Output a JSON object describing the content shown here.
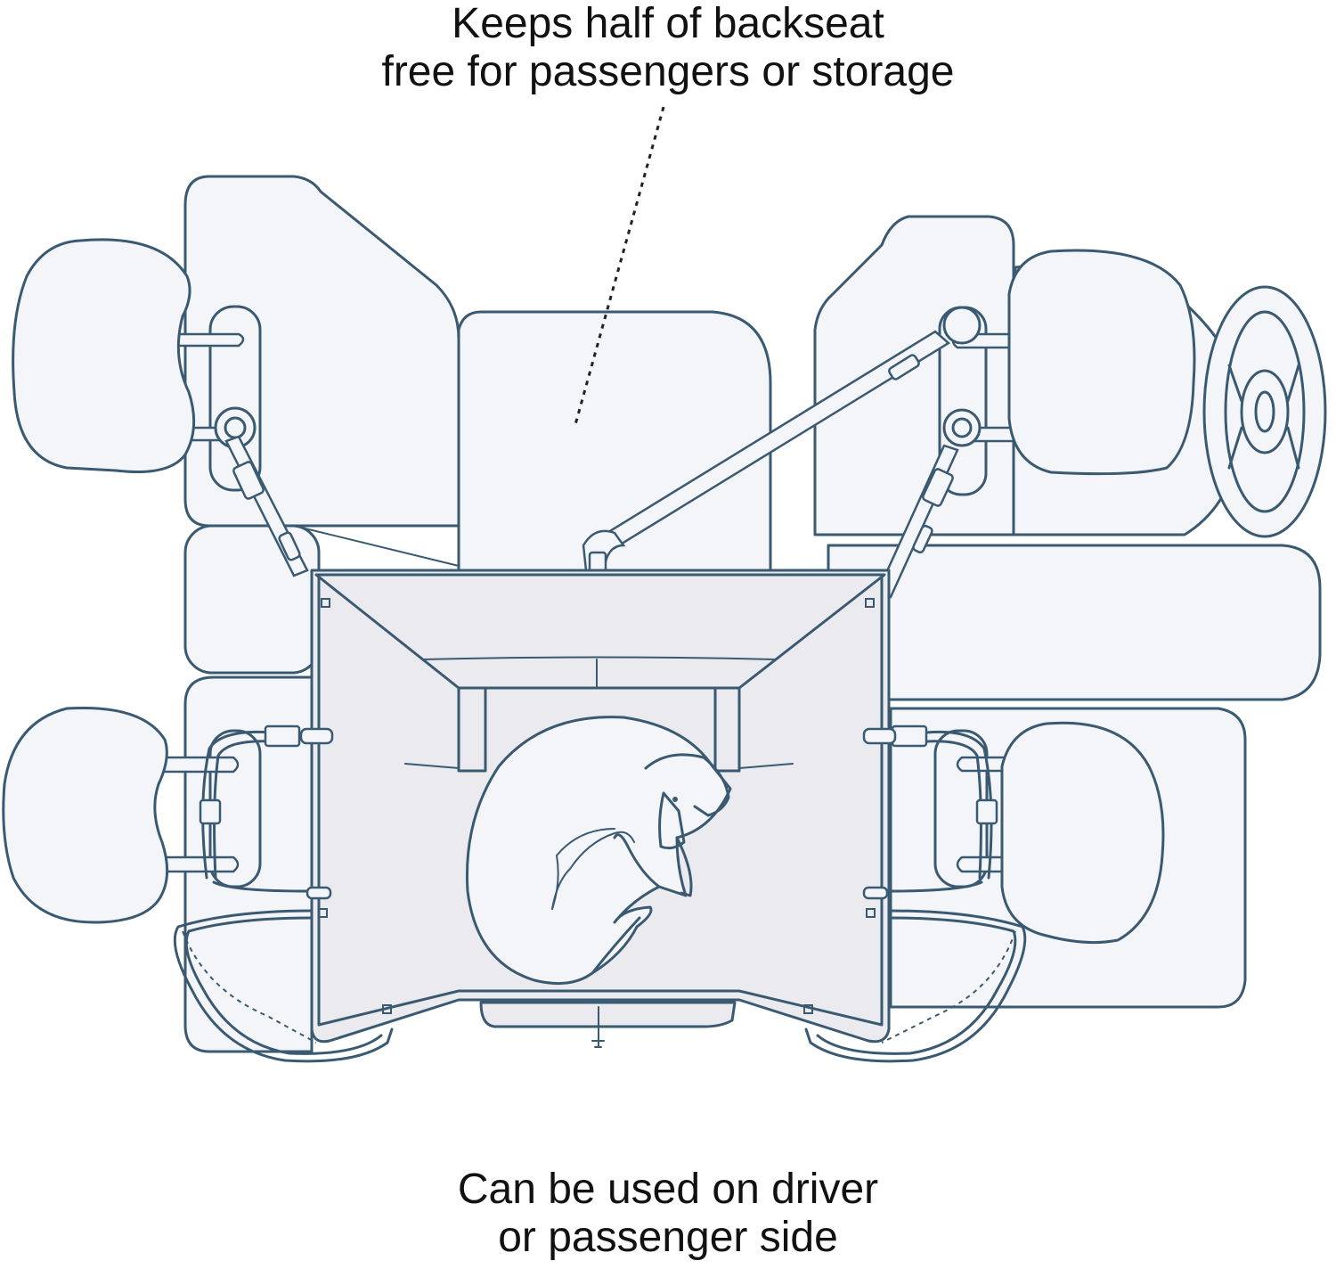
{
  "captions": {
    "top": [
      "Keeps half of backseat",
      "free for passengers or storage"
    ],
    "bottom": [
      "Can be used on driver",
      "or passenger side"
    ]
  },
  "colors": {
    "outline": "#3a5a72",
    "seat_fill": "#f4f5f9",
    "cover_fill": "#ebebef",
    "background": "#ffffff",
    "text": "#111111"
  },
  "icons": [
    "headrest-icon",
    "steering-wheel-icon",
    "dog-icon",
    "buckle-icon",
    "strap-icon"
  ]
}
